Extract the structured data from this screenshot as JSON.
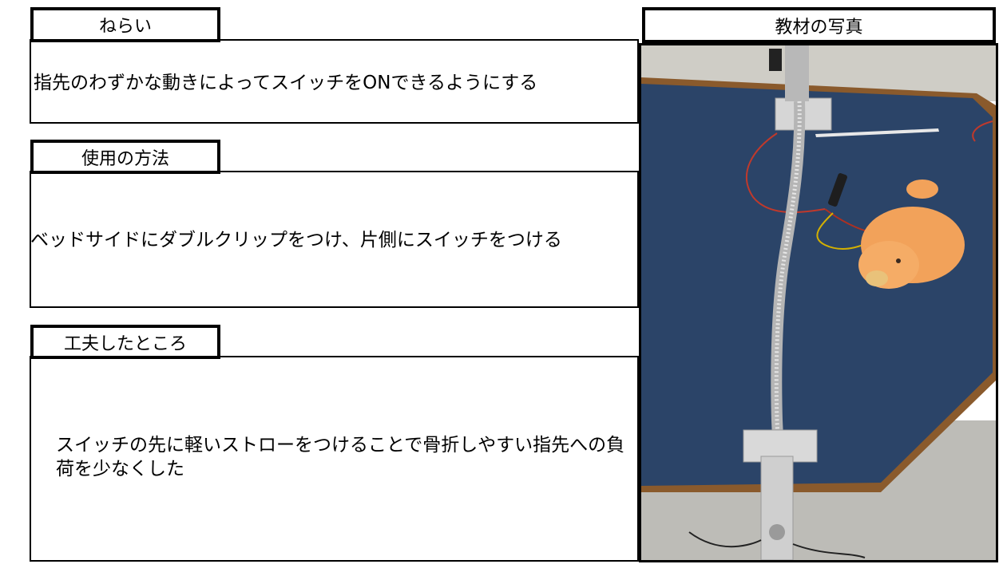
{
  "sections": {
    "aim": {
      "title": "ねらい",
      "text": "指先のわずかな動きによってスイッチをONできるようにする"
    },
    "usage": {
      "title": "使用の方法",
      "text": "ベッドサイドにダブルクリップをつけ、片側にスイッチをつける"
    },
    "ingenuity": {
      "title": "工夫したところ",
      "text": "スイッチの先に軽いストローをつけることで骨折しやすい指先への負荷を少なくした"
    }
  },
  "photo": {
    "title": "教材の写真"
  },
  "colors": {
    "border": "#000000",
    "table_cloth": "#2b4468",
    "table_wood": "#8a5a2c",
    "wall": "#c9c7c0",
    "floor": "#b9b8b3",
    "pig_toy": "#f2a25a",
    "gooseneck": "#c8c8c8"
  }
}
